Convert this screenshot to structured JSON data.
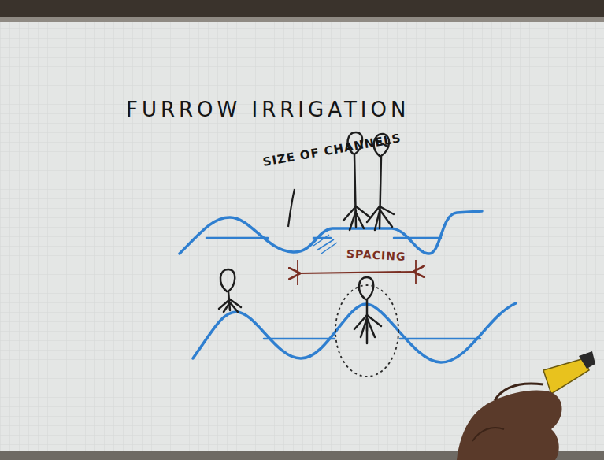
{
  "diagram": {
    "title": "FURROW IRRIGATION",
    "labels": [
      "SIZE OF CHANNELS",
      "SPACING"
    ]
  }
}
